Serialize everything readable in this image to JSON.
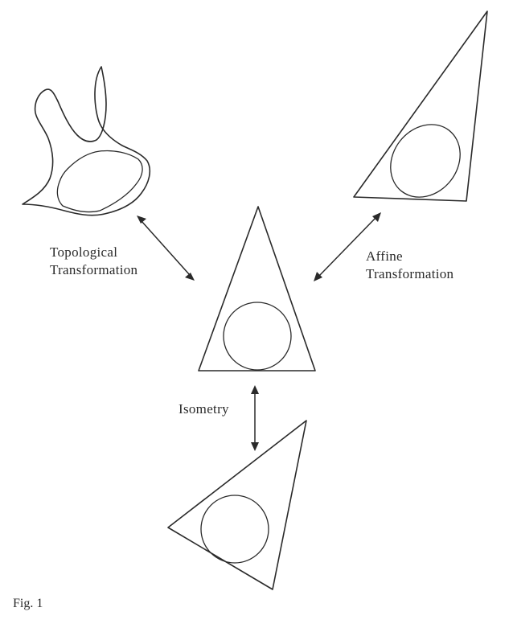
{
  "labels": {
    "topological": [
      "Topological",
      "Transformation"
    ],
    "affine": [
      "Affine",
      "Transformation"
    ],
    "isometry": "Isometry"
  },
  "caption": "Fig. 1",
  "colors": {
    "ink": "#2a2a2a",
    "background": "#ffffff"
  }
}
